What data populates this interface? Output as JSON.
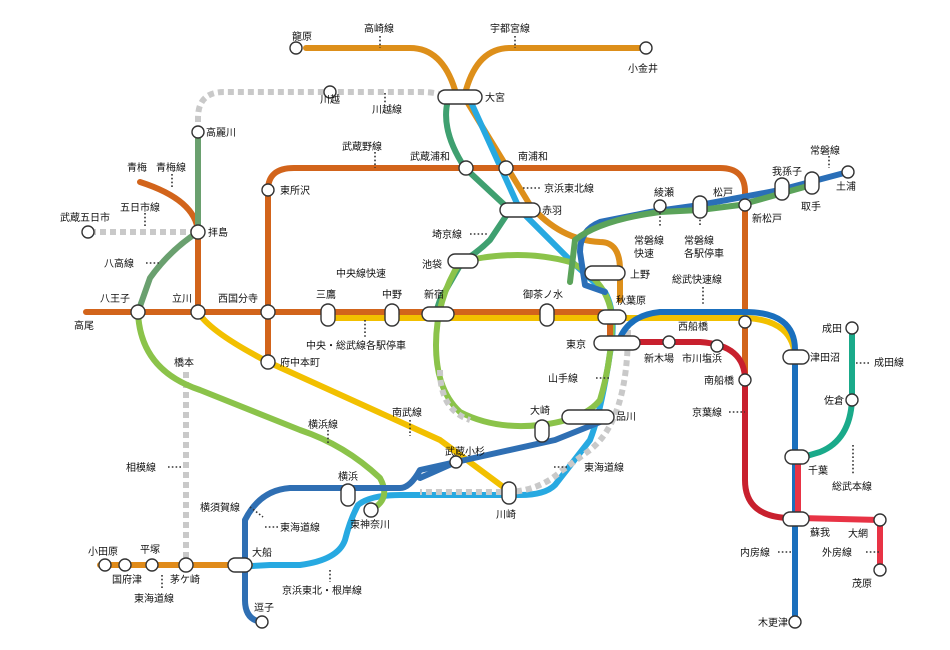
{
  "line_colors": {
    "chuo_rapid": "#d2641b",
    "chuo_sobu": "#f2c000",
    "yamanote": "#8bc34a",
    "keihin_tohoku": "#27a9e1",
    "saikyo": "#3fa070",
    "takasaki_utsunomiya": "#dd8f1a",
    "joban": "#2a6fb8",
    "joban_local": "#5ba35a",
    "keiyo": "#c8202e",
    "sobu_rapid": "#1a6fbd",
    "narita": "#1aaa8a",
    "sotobo": "#e83345",
    "yokosuka": "#2f6fb3",
    "tokaido": "#e08b1a",
    "nambu": "#f2c000",
    "yokohama": "#8bc34a",
    "hachiko": "#6aa06f",
    "musashino": "#d2641b",
    "kawagoe": "#c9c9c9"
  },
  "stations": {
    "tatsuhara": "龍原",
    "koganei": "小金井",
    "omiya": "大宮",
    "kawagoe": "川越",
    "komagawa": "高麗川",
    "ome": "青梅",
    "musashi_urawa": "武蔵浦和",
    "minami_urawa": "南浦和",
    "higashi_tokorozawa": "東所沢",
    "akabane": "赤羽",
    "ayase": "綾瀬",
    "abiko": "我孫子",
    "toride": "取手",
    "tsuchiura": "土浦",
    "matsudo": "松戸",
    "shin_matsudo": "新松戸",
    "musashi_itsukaichi": "武蔵五日市",
    "haijima": "拝島",
    "ikebukuro": "池袋",
    "ueno": "上野",
    "hachioji": "八王子",
    "takao": "高尾",
    "tachikawa": "立川",
    "nishi_kokubunji": "西国分寺",
    "mitaka": "三鷹",
    "nakano": "中野",
    "shinjuku": "新宿",
    "ochanomizu": "御茶ノ水",
    "akihabara": "秋葉原",
    "nishi_funabashi": "西船橋",
    "narita": "成田",
    "tokyo": "東京",
    "shin_kiba": "新木場",
    "ichikawa_shiohama": "市川塩浜",
    "minami_funabashi": "南船橋",
    "tsudanuma": "津田沼",
    "fuchu_hommachi": "府中本町",
    "hashimoto": "橋本",
    "sakura": "佐倉",
    "osaki": "大崎",
    "shinagawa": "品川",
    "musashi_kosugi": "武蔵小杉",
    "chiba": "千葉",
    "yokohama": "横浜",
    "higashi_kanagawa": "東神奈川",
    "kawasaki": "川崎",
    "soga": "蘇我",
    "oami": "大網",
    "odawara": "小田原",
    "hiratsuka": "平塚",
    "kozu": "国府津",
    "chigasaki": "茅ケ崎",
    "ofuna": "大船",
    "mobara": "茂原",
    "zushi": "逗子",
    "kisarazu": "木更津"
  },
  "line_labels": {
    "takasaki": "高崎線",
    "utsunomiya": "宇都宮線",
    "kawagoe": "川越線",
    "musashino": "武蔵野線",
    "joban_top": "常磐線",
    "ome": "青梅線",
    "itsukaichi": "五日市線",
    "keihin_tohoku": "京浜東北線",
    "saikyo": "埼京線",
    "joban_rapid": "常磐線\n快速",
    "joban_local": "常磐線\n各駅停車",
    "hachiko": "八高線",
    "chuo_rapid": "中央線快速",
    "chuo_sobu_local": "中央・総武線各駅停車",
    "sobu_rapid": "総武快速線",
    "narita": "成田線",
    "yamanote": "山手線",
    "nambu": "南武線",
    "keiyo": "京葉線",
    "yokohama": "横浜線",
    "tokaido_east": "東海道線",
    "sagami": "相模線",
    "sobu_main": "総武本線",
    "yokosuka": "横須賀線",
    "tokaido_mid": "東海道線",
    "sotobo": "外房線",
    "uchibo": "内房線",
    "tokaido_west": "東海道線",
    "keihin_negishi": "京浜東北・根岸線"
  }
}
